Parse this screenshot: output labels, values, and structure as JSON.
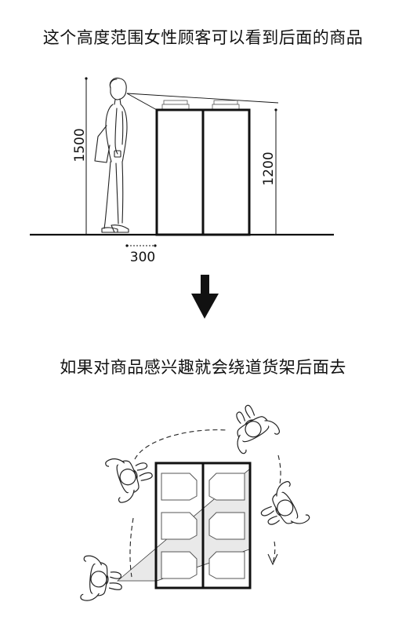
{
  "captions": {
    "top": "这个高度范围女性顾客可以看到后面的商品",
    "bottom": "如果对商品感兴趣就会绕道货架后面去"
  },
  "dimensions": {
    "person_height": "1500",
    "shelf_height": "1200",
    "distance": "300"
  },
  "colors": {
    "line": "#111111",
    "sight_fill": "#e9e9e9"
  }
}
